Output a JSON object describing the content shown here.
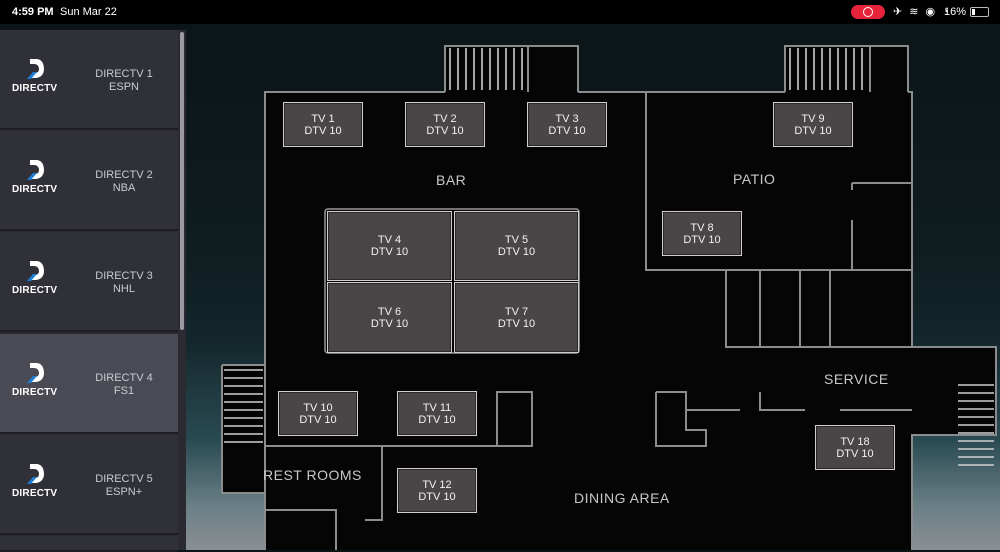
{
  "status_bar": {
    "time": "4:59 PM",
    "date": "Sun Mar 22",
    "battery": "16%",
    "icons": "✈ ≋ ◉ ◔"
  },
  "channels": [
    {
      "brand": "DIRECTV",
      "name": "DIRECTV 1",
      "sub": "ESPN",
      "selected": false
    },
    {
      "brand": "DIRECTV",
      "name": "DIRECTV 2",
      "sub": "NBA",
      "selected": false
    },
    {
      "brand": "DIRECTV",
      "name": "DIRECTV 3",
      "sub": "NHL",
      "selected": false
    },
    {
      "brand": "DIRECTV",
      "name": "DIRECTV 4",
      "sub": "FS1",
      "selected": true
    },
    {
      "brand": "DIRECTV",
      "name": "DIRECTV 5",
      "sub": "ESPN+",
      "selected": false
    }
  ],
  "rooms": {
    "bar": "BAR",
    "patio": "PATIO",
    "service": "SERVICE",
    "restrooms": "REST ROOMS",
    "dining": "DINING AREA"
  },
  "tvs": {
    "tv1": {
      "name": "TV 1",
      "source": "DTV 10"
    },
    "tv2": {
      "name": "TV 2",
      "source": "DTV 10"
    },
    "tv3": {
      "name": "TV 3",
      "source": "DTV 10"
    },
    "tv4": {
      "name": "TV 4",
      "source": "DTV 10"
    },
    "tv5": {
      "name": "TV 5",
      "source": "DTV 10"
    },
    "tv6": {
      "name": "TV 6",
      "source": "DTV 10"
    },
    "tv7": {
      "name": "TV 7",
      "source": "DTV 10"
    },
    "tv8": {
      "name": "TV 8",
      "source": "DTV 10"
    },
    "tv9": {
      "name": "TV 9",
      "source": "DTV 10"
    },
    "tv10": {
      "name": "TV 10",
      "source": "DTV 10"
    },
    "tv11": {
      "name": "TV 11",
      "source": "DTV 10"
    },
    "tv12": {
      "name": "TV 12",
      "source": "DTV 10"
    },
    "tv18": {
      "name": "TV 18",
      "source": "DTV 10"
    }
  }
}
